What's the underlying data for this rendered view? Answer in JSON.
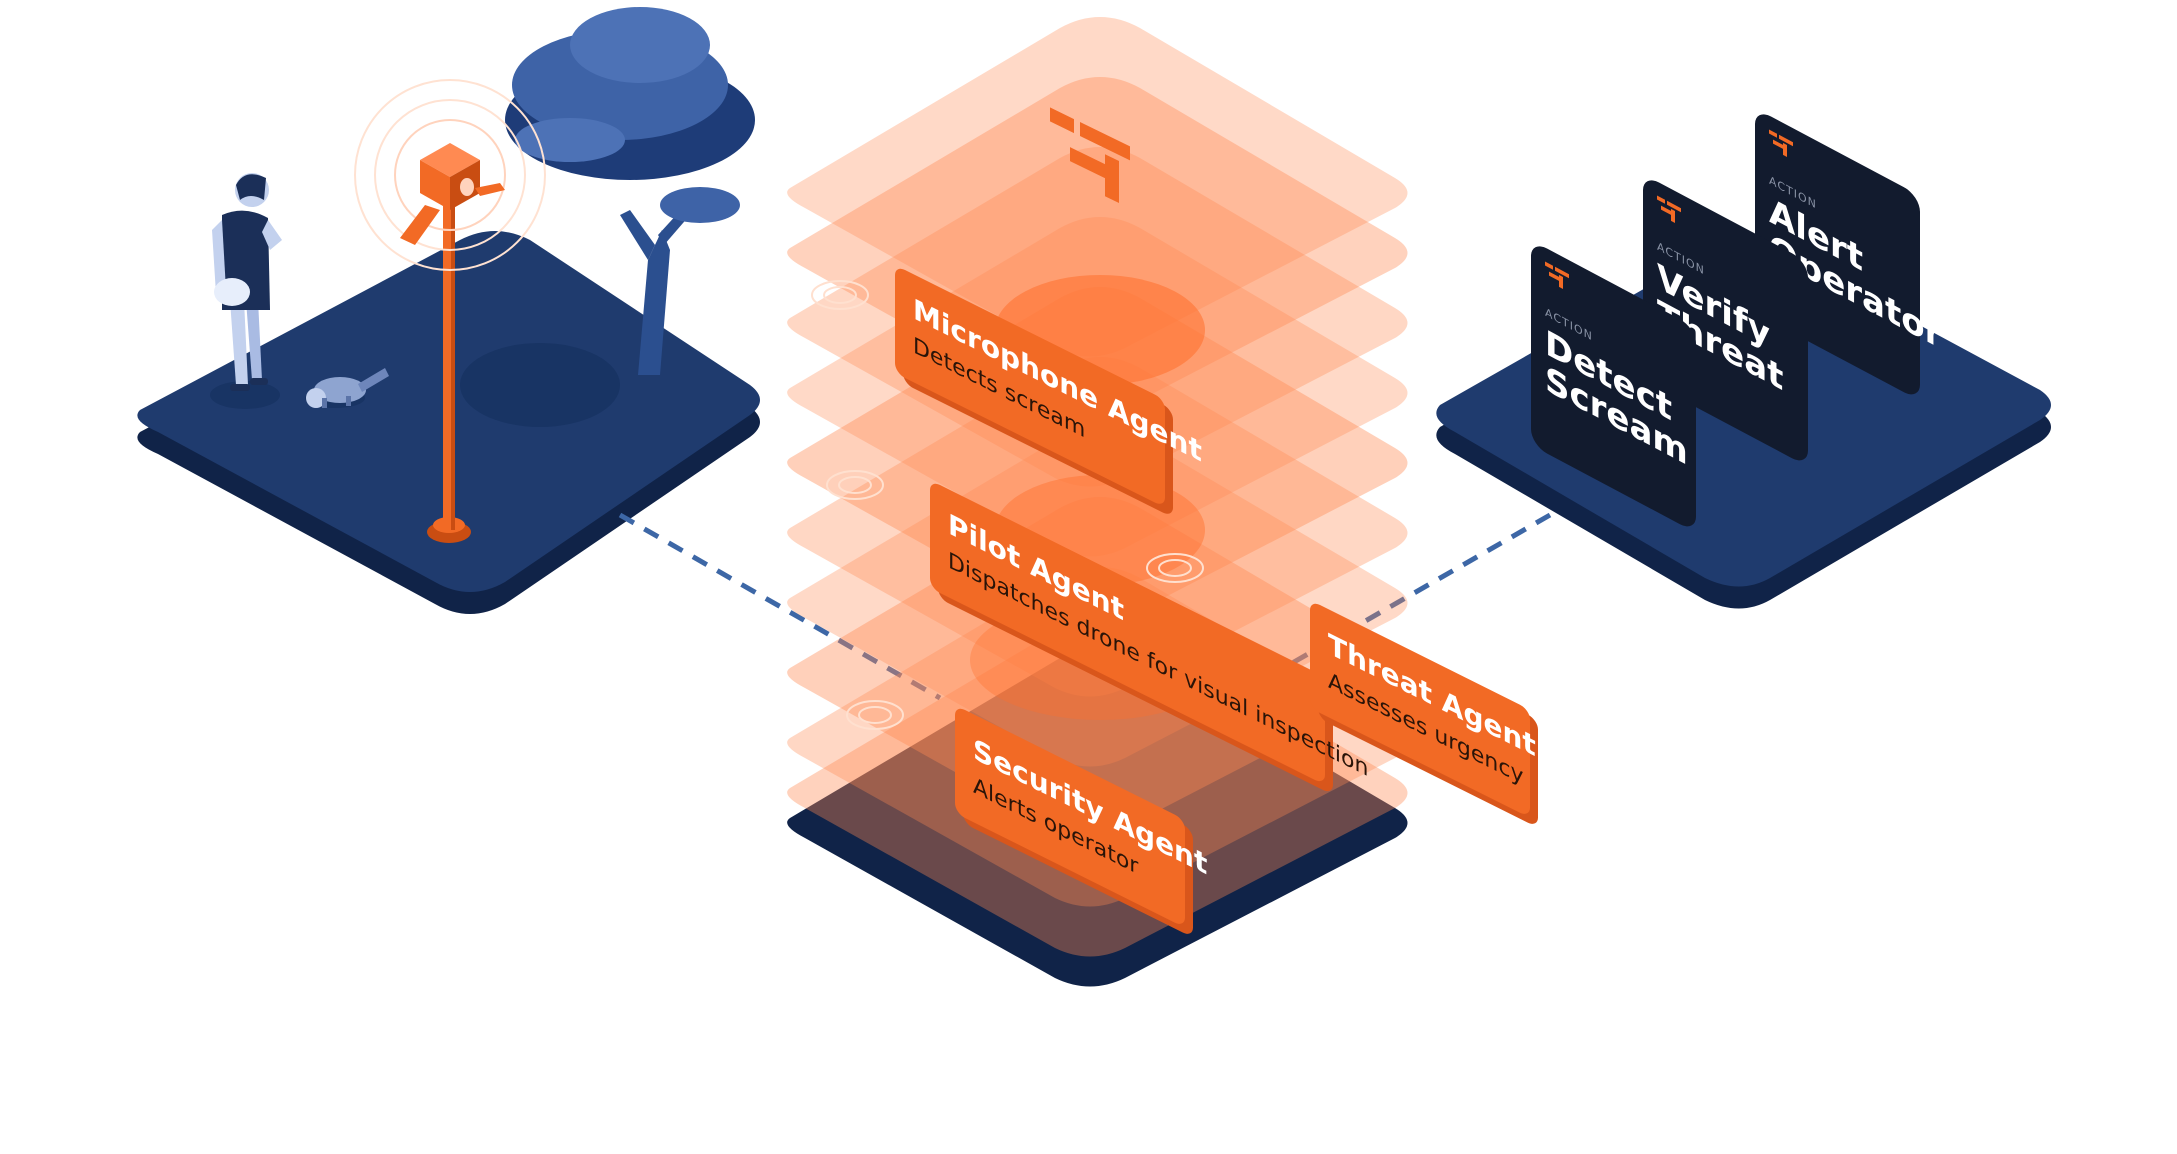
{
  "agents": [
    {
      "name": "Microphone Agent",
      "description": "Detects scream"
    },
    {
      "name": "Pilot Agent",
      "description": "Dispatches drone for visual inspection"
    },
    {
      "name": "Threat Agent",
      "description": "Assesses urgency"
    },
    {
      "name": "Security Agent",
      "description": "Alerts operator"
    }
  ],
  "actions": [
    {
      "kicker": "ACTION",
      "title_line1": "Alert",
      "title_line2": "Operator"
    },
    {
      "kicker": "ACTION",
      "title_line1": "Verify",
      "title_line2": "Threat"
    },
    {
      "kicker": "ACTION",
      "title_line1": "Detect",
      "title_line2": "Scream"
    }
  ],
  "colors": {
    "navy_platform": "#1f3b6e",
    "navy_platform_edge": "#142a52",
    "orange_accent": "#f26a25",
    "orange_layer": "#ff8a52",
    "action_card": "#121b2e",
    "dashed_connector": "#3d67a6"
  }
}
